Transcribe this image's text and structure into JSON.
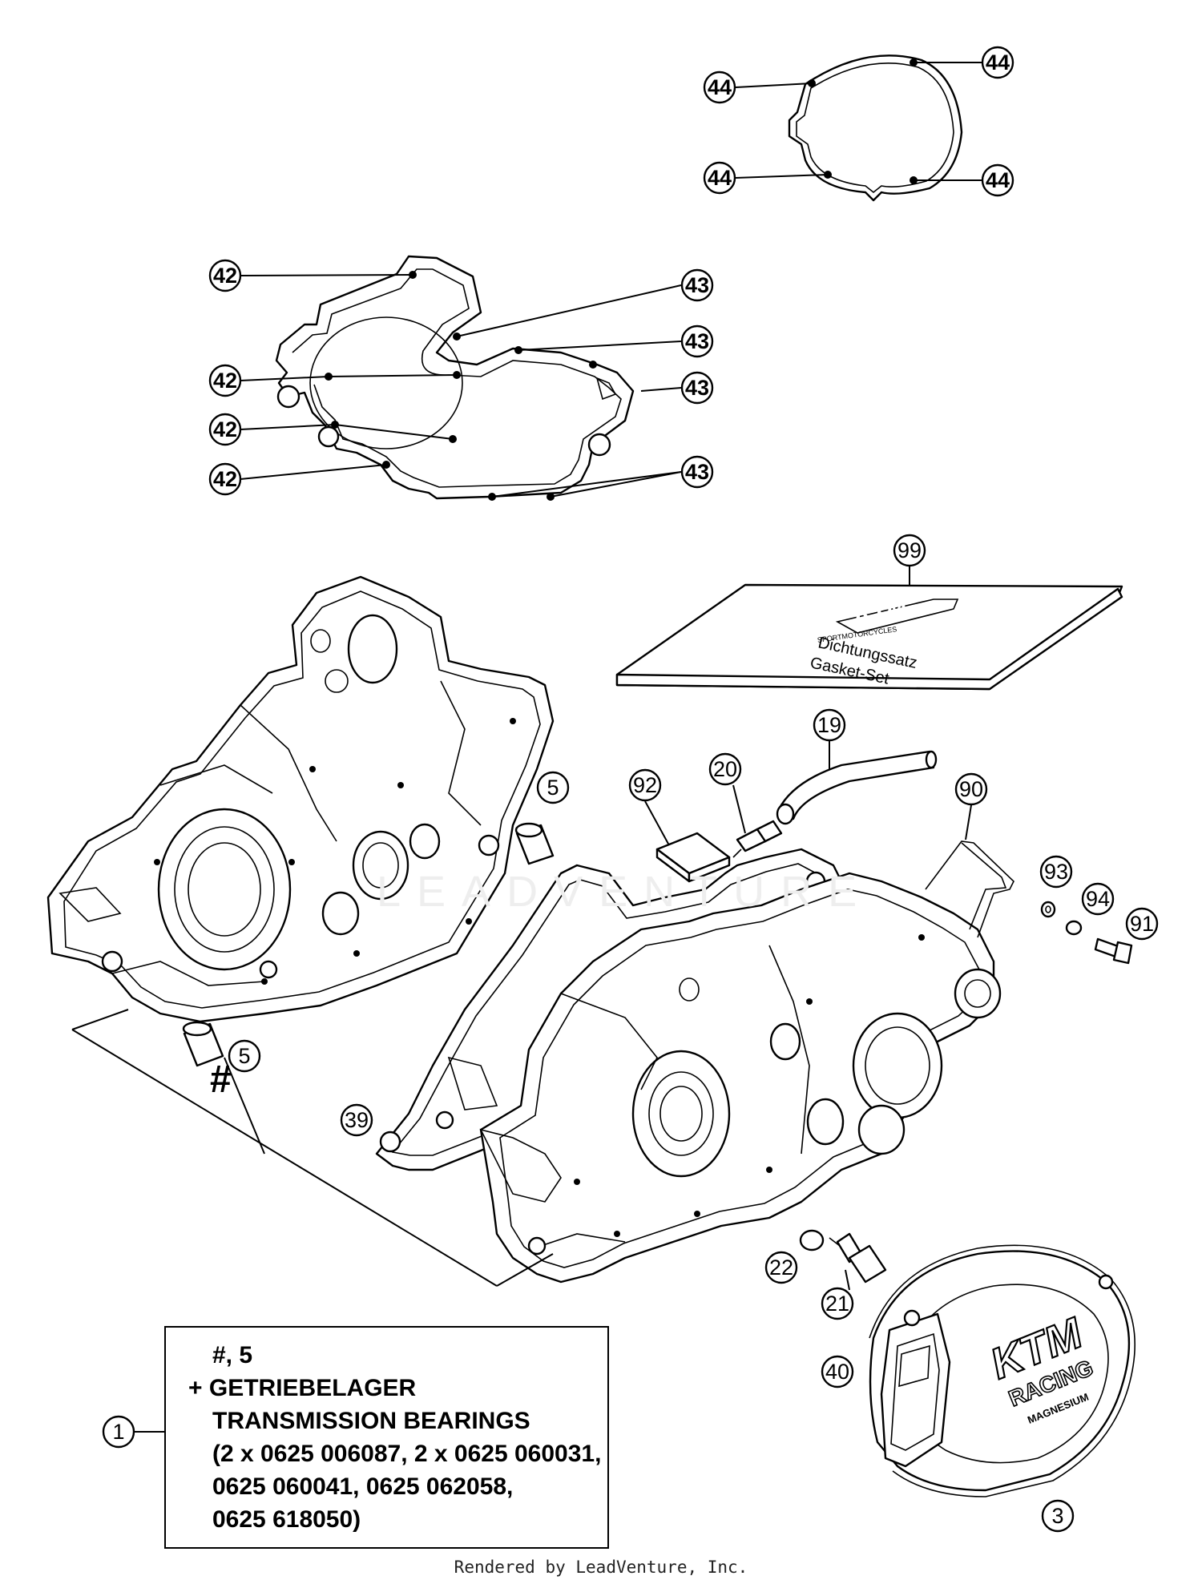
{
  "callouts": {
    "c1": "1",
    "c3": "3",
    "c5a": "5",
    "c5b": "5",
    "c19": "19",
    "c20": "20",
    "c21": "21",
    "c22": "22",
    "c39": "39",
    "c40": "40",
    "c42a": "42",
    "c42b": "42",
    "c42c": "42",
    "c42d": "42",
    "c43a": "43",
    "c43b": "43",
    "c43c": "43",
    "c43d": "43",
    "c44a": "44",
    "c44b": "44",
    "c44c": "44",
    "c44d": "44",
    "c90": "90",
    "c91": "91",
    "c92": "92",
    "c93": "93",
    "c94": "94",
    "c99": "99"
  },
  "hash_mark": "#",
  "note": {
    "line1": "#, 5",
    "line2": "+ GETRIEBELAGER",
    "line3": "TRANSMISSION BEARINGS",
    "line4": "(2 x 0625 006087, 2 x 0625 060031,",
    "line5": "0625 060041, 0625 062058,",
    "line6": "0625 618050)"
  },
  "gasket_set": {
    "brand": "KTM",
    "sub": "SPORTMOTORCYCLES",
    "label_de": "Dichtungssatz",
    "label_en": "Gasket-Set"
  },
  "cover": {
    "brand": "KTM",
    "line2": "RACING",
    "line3": "MAGNESIUM"
  },
  "watermark": "LEADVENTURE",
  "footer": "Rendered by LeadVenture, Inc."
}
